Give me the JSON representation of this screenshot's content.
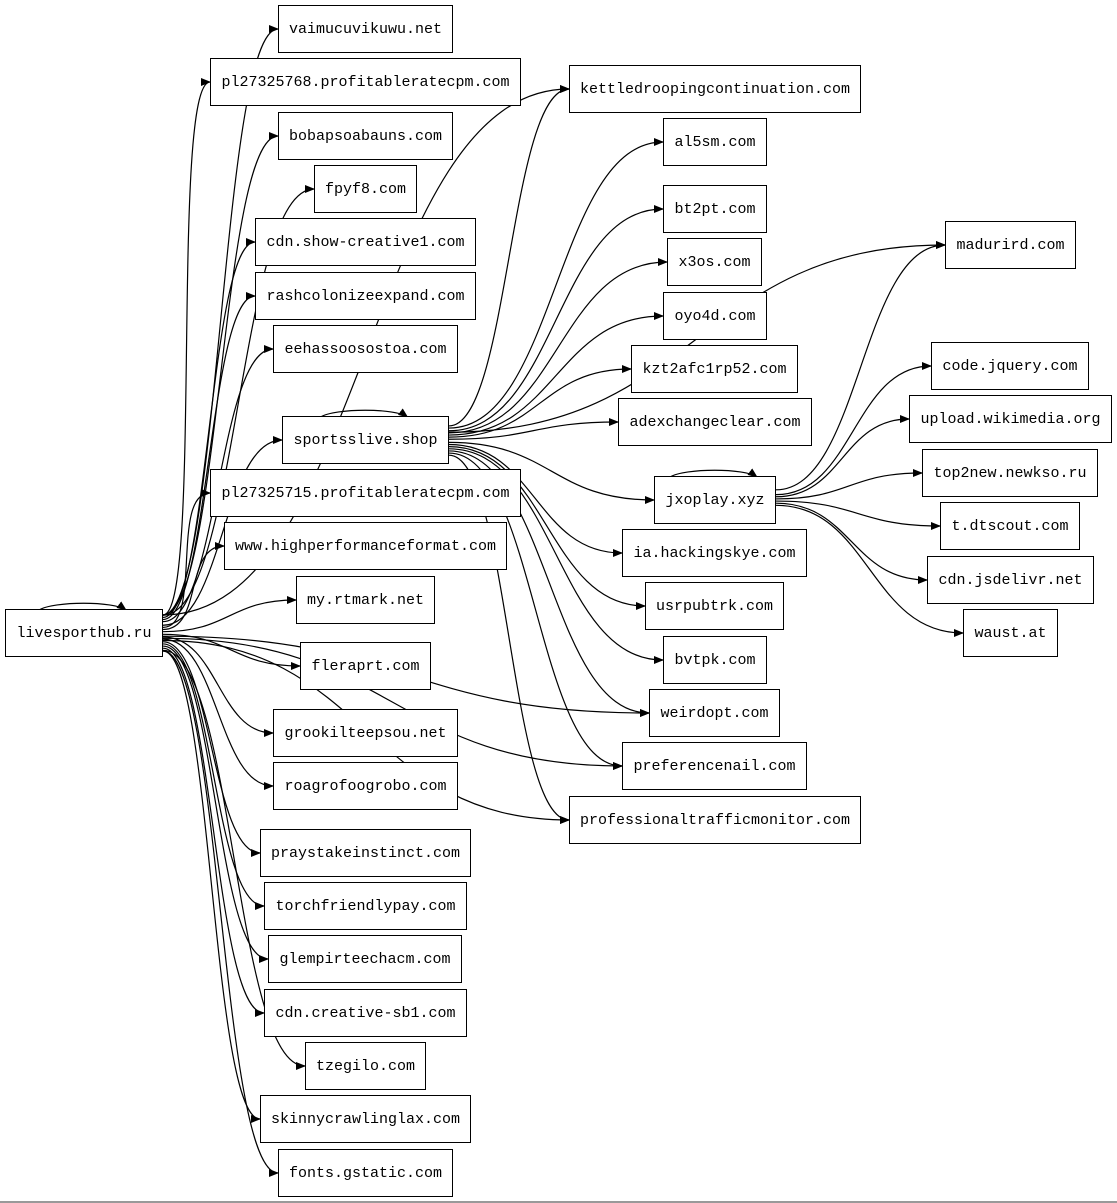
{
  "graph": {
    "nodes": {
      "livesporthub": "livesporthub.ru",
      "vaimucuvikuwu": "vaimucuvikuwu.net",
      "pl27325768": "pl27325768.profitableratecpm.com",
      "bobapsoabauns": "bobapsoabauns.com",
      "fpyf8": "fpyf8.com",
      "cdn_show_creative1": "cdn.show-creative1.com",
      "rashcolonizeexpand": "rashcolonizeexpand.com",
      "eehassoosostoa": "eehassoosostoa.com",
      "sportsslive": "sportsslive.shop",
      "pl27325715": "pl27325715.profitableratecpm.com",
      "highperformanceformat": "www.highperformanceformat.com",
      "rtmark": "my.rtmark.net",
      "fleraprt": "fleraprt.com",
      "grookilteepsou": "grookilteepsou.net",
      "roagrofoogrobo": "roagrofoogrobo.com",
      "praystakeinstinct": "praystakeinstinct.com",
      "torchfriendlypay": "torchfriendlypay.com",
      "glempirteechacm": "glempirteechacm.com",
      "cdn_creative_sb1": "cdn.creative-sb1.com",
      "tzegilo": "tzegilo.com",
      "skinnycrawlinglax": "skinnycrawlinglax.com",
      "fonts_gstatic": "fonts.gstatic.com",
      "kettledrooping": "kettledroopingcontinuation.com",
      "al5sm": "al5sm.com",
      "bt2pt": "bt2pt.com",
      "x3os": "x3os.com",
      "oyo4d": "oyo4d.com",
      "kzt2afc1rp52": "kzt2afc1rp52.com",
      "adexchangeclear": "adexchangeclear.com",
      "jxoplay": "jxoplay.xyz",
      "ia_hackingskye": "ia.hackingskye.com",
      "usrpubtrk": "usrpubtrk.com",
      "bvtpk": "bvtpk.com",
      "weirdopt": "weirdopt.com",
      "preferencenail": "preferencenail.com",
      "professionaltrafficmonitor": "professionaltrafficmonitor.com",
      "madurird": "madurird.com",
      "code_jquery": "code.jquery.com",
      "upload_wikimedia": "upload.wikimedia.org",
      "top2new_newkso": "top2new.newkso.ru",
      "t_dtscout": "t.dtscout.com",
      "cdn_jsdelivr": "cdn.jsdelivr.net",
      "waust": "waust.at"
    },
    "edges": [
      [
        "livesporthub",
        "livesporthub"
      ],
      [
        "livesporthub",
        "vaimucuvikuwu"
      ],
      [
        "livesporthub",
        "pl27325768"
      ],
      [
        "livesporthub",
        "bobapsoabauns"
      ],
      [
        "livesporthub",
        "fpyf8"
      ],
      [
        "livesporthub",
        "cdn_show_creative1"
      ],
      [
        "livesporthub",
        "rashcolonizeexpand"
      ],
      [
        "livesporthub",
        "eehassoosostoa"
      ],
      [
        "livesporthub",
        "sportsslive"
      ],
      [
        "livesporthub",
        "pl27325715"
      ],
      [
        "livesporthub",
        "highperformanceformat"
      ],
      [
        "livesporthub",
        "rtmark"
      ],
      [
        "livesporthub",
        "fleraprt"
      ],
      [
        "livesporthub",
        "grookilteepsou"
      ],
      [
        "livesporthub",
        "roagrofoogrobo"
      ],
      [
        "livesporthub",
        "praystakeinstinct"
      ],
      [
        "livesporthub",
        "torchfriendlypay"
      ],
      [
        "livesporthub",
        "glempirteechacm"
      ],
      [
        "livesporthub",
        "cdn_creative_sb1"
      ],
      [
        "livesporthub",
        "tzegilo"
      ],
      [
        "livesporthub",
        "skinnycrawlinglax"
      ],
      [
        "livesporthub",
        "fonts_gstatic"
      ],
      [
        "livesporthub",
        "kettledrooping"
      ],
      [
        "livesporthub",
        "weirdopt"
      ],
      [
        "livesporthub",
        "preferencenail"
      ],
      [
        "livesporthub",
        "professionaltrafficmonitor"
      ],
      [
        "sportsslive",
        "sportsslive"
      ],
      [
        "sportsslive",
        "kettledrooping"
      ],
      [
        "sportsslive",
        "al5sm"
      ],
      [
        "sportsslive",
        "madurird"
      ],
      [
        "sportsslive",
        "bt2pt"
      ],
      [
        "sportsslive",
        "x3os"
      ],
      [
        "sportsslive",
        "oyo4d"
      ],
      [
        "sportsslive",
        "kzt2afc1rp52"
      ],
      [
        "sportsslive",
        "adexchangeclear"
      ],
      [
        "sportsslive",
        "jxoplay"
      ],
      [
        "sportsslive",
        "ia_hackingskye"
      ],
      [
        "sportsslive",
        "usrpubtrk"
      ],
      [
        "sportsslive",
        "bvtpk"
      ],
      [
        "sportsslive",
        "weirdopt"
      ],
      [
        "sportsslive",
        "preferencenail"
      ],
      [
        "sportsslive",
        "professionaltrafficmonitor"
      ],
      [
        "jxoplay",
        "jxoplay"
      ],
      [
        "jxoplay",
        "madurird"
      ],
      [
        "jxoplay",
        "code_jquery"
      ],
      [
        "jxoplay",
        "upload_wikimedia"
      ],
      [
        "jxoplay",
        "top2new_newkso"
      ],
      [
        "jxoplay",
        "t_dtscout"
      ],
      [
        "jxoplay",
        "cdn_jsdelivr"
      ],
      [
        "jxoplay",
        "waust"
      ]
    ]
  }
}
